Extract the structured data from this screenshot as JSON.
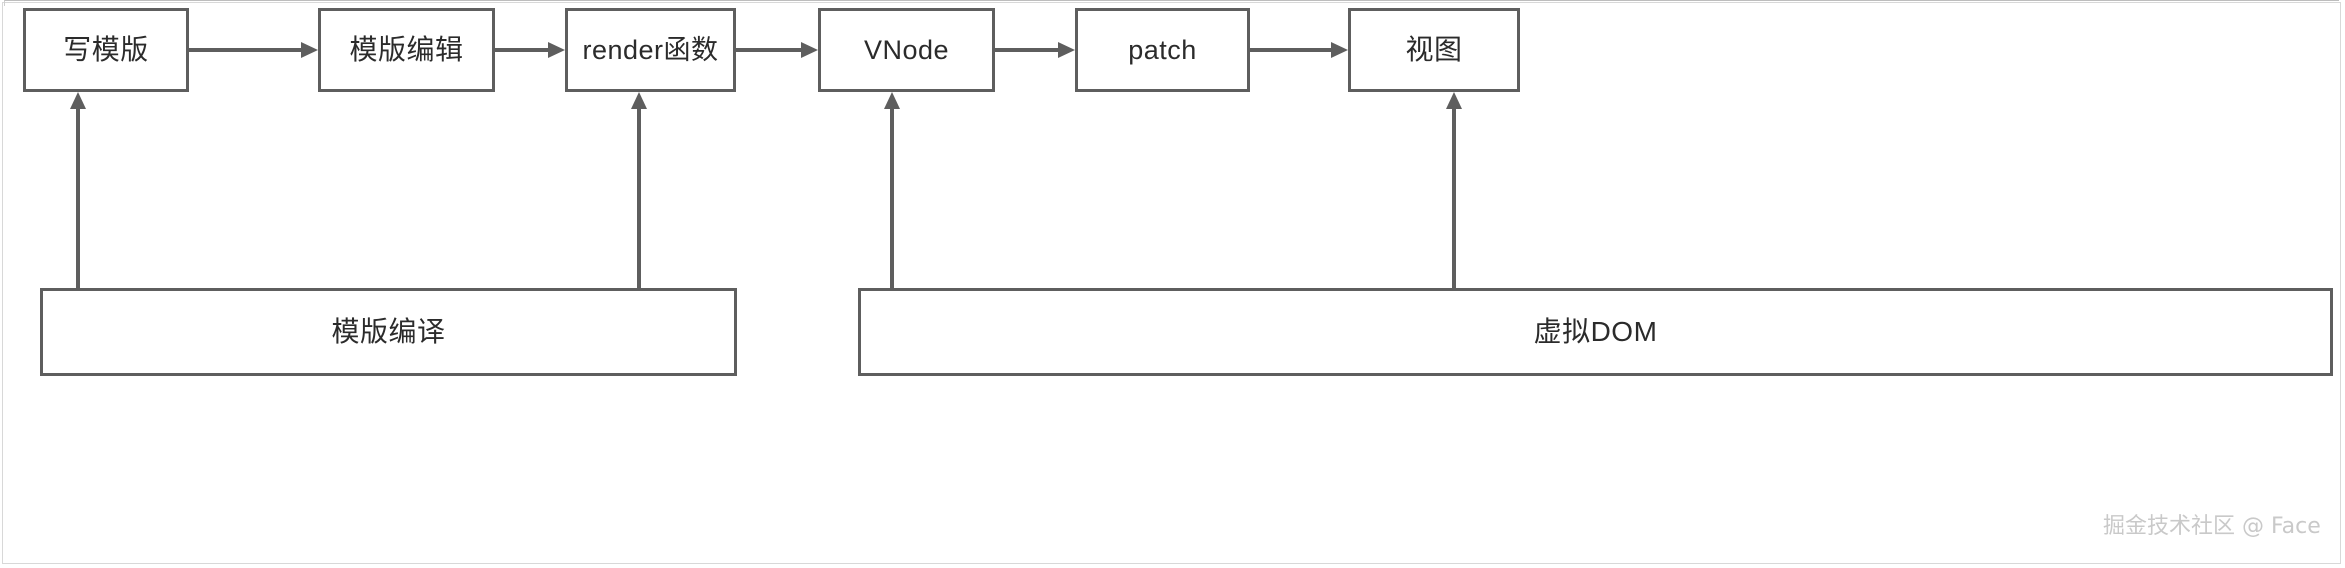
{
  "diagram": {
    "title": "Vue template to view rendering pipeline",
    "colors": {
      "stroke": "#5e5e5e",
      "fill": "#ffffff",
      "text": "#2b2b2b",
      "watermark": "#c9c9c9"
    },
    "pipeline_nodes": [
      {
        "id": "write-template",
        "label": "写模版"
      },
      {
        "id": "template-edit",
        "label": "模版编辑"
      },
      {
        "id": "render-function",
        "label": "render函数"
      },
      {
        "id": "vnode",
        "label": "VNode"
      },
      {
        "id": "patch",
        "label": "patch"
      },
      {
        "id": "view",
        "label": "视图"
      }
    ],
    "group_nodes": [
      {
        "id": "template-compile",
        "label": "模版编译"
      },
      {
        "id": "virtual-dom",
        "label": "虚拟DOM"
      }
    ],
    "flow_arrows": [
      {
        "id": "write-template-to-template-edit",
        "from": "write-template",
        "to": "template-edit",
        "direction": "right"
      },
      {
        "id": "template-edit-to-render-function",
        "from": "template-edit",
        "to": "render-function",
        "direction": "right"
      },
      {
        "id": "render-function-to-vnode",
        "from": "render-function",
        "to": "vnode",
        "direction": "right"
      },
      {
        "id": "vnode-to-patch",
        "from": "vnode",
        "to": "patch",
        "direction": "right"
      },
      {
        "id": "patch-to-view",
        "from": "patch",
        "to": "view",
        "direction": "right"
      },
      {
        "id": "template-compile-to-write-template",
        "from": "template-compile",
        "to": "write-template",
        "direction": "up"
      },
      {
        "id": "template-compile-to-render-function",
        "from": "template-compile",
        "to": "render-function",
        "direction": "up"
      },
      {
        "id": "virtual-dom-to-vnode",
        "from": "virtual-dom",
        "to": "vnode",
        "direction": "up"
      },
      {
        "id": "virtual-dom-to-view",
        "from": "virtual-dom",
        "to": "view",
        "direction": "up"
      }
    ]
  },
  "watermark": {
    "text": "掘金技术社区 @ Face"
  }
}
